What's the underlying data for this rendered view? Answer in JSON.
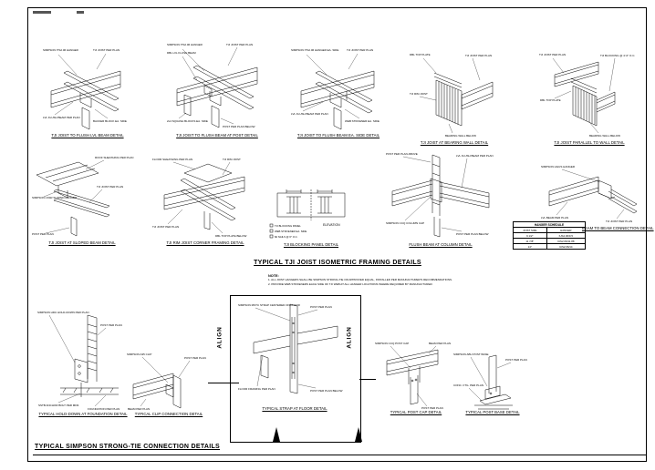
{
  "sheet": {
    "title_framing": "TYPICAL TJI JOIST ISOMETRIC FRAMING DETAILS",
    "title_connections": "TYPICAL SIMPSON STRONG-TIE CONNECTION DETAILS",
    "note_heading": "NOTE:",
    "note_lines": [
      "1. ALL JOIST HANGERS SHALL BE SIMPSON STRONG-TIE OR APPROVED EQUAL, INSTALLED PER MANUFACTURER'S RECOMMENDATIONS.",
      "2. PROVIDE WEB STIFFENERS EACH SIDE OF TJI WEB AT ALL HANGER LOCATIONS WHERE REQUIRED BY MANUFACTURER."
    ],
    "align_label": "ALIGN"
  },
  "schedule": {
    "title": "HANGER SCHEDULE",
    "headers": [
      "JOIST SIZE",
      "HANGER"
    ],
    "rows": [
      [
        "9 1/2\"",
        "IUS2.06/9.5"
      ],
      [
        "11 7/8\"",
        "IUS2.06/11.88"
      ],
      [
        "14\"",
        "IUS2.06/14"
      ]
    ]
  },
  "framing_details": [
    {
      "caption": "TJI JOIST TO FLUSH LVL BEAM DETAIL",
      "labels": [
        "SIMPSON ITS2.06 HANGER",
        "TJI JOIST PER PLAN",
        "LVL FLUSH BEAM PER PLAN",
        "BACKER BLOCK EA. SIDE"
      ]
    },
    {
      "caption": "TJI JOIST TO FLUSH BEAM AT POST DETAIL",
      "labels": [
        "SIMPSON ITS2.06 HANGER",
        "TJI JOIST PER PLAN",
        "DBL LVL FLUSH BEAM",
        "2x4 SQUASH BLOCKS EA. SIDE",
        "POST PER PLAN BELOW"
      ]
    },
    {
      "caption": "TJI JOIST TO FLUSH BEAM EA. SIDE DETAIL",
      "labels": [
        "SIMPSON ITS2.06 HANGER EA. SIDE",
        "TJI JOIST PER PLAN",
        "LVL FLUSH BEAM PER PLAN",
        "WEB STIFFENER EA. SIDE"
      ]
    },
    {
      "caption": "TJI JOIST AT BEARING WALL DETAIL",
      "labels": [
        "DBL TOP PLATE",
        "TJI JOIST PER PLAN",
        "TJI RIM JOIST",
        "BEARING WALL BELOW"
      ]
    },
    {
      "caption": "TJI JOIST PARALLEL TO WALL DETAIL",
      "labels": [
        "TJI JOIST PER PLAN",
        "TJI BLOCKING @ 4'-0\" O.C.",
        "DBL TOP PLATE",
        "BEARING WALL BELOW"
      ]
    },
    {
      "caption": "TJI JOIST AT SLOPED BEAM DETAIL",
      "labels": [
        "SIMPSON LSSR SLOPED HANGER",
        "ROOF SHEATHING PER PLAN",
        "TJI JOIST PER PLAN",
        "POST PER PLAN"
      ]
    },
    {
      "caption": "TJI RIM JOIST CORNER FRAMING DETAIL",
      "labels": [
        "FLOOR SHEATHING PER PLAN",
        "TJI RIM JOIST",
        "TJI JOIST PER PLAN",
        "DBL TOP PLATE BELOW"
      ]
    },
    {
      "caption": "TJI BLOCKING PANEL DETAIL",
      "sublabel": "ELEVATION",
      "legend": [
        "TJI BLOCKING PANEL",
        "WEB STIFFENER EA. SIDE",
        "8d NAILS @ 6\" O.C."
      ]
    },
    {
      "caption": "FLUSH BEAM AT COLUMN DETAIL",
      "labels": [
        "POST PER PLAN ABOVE",
        "LVL FLUSH BEAM PER PLAN",
        "SIMPSON CCQ COLUMN CAP",
        "POST PER PLAN BELOW"
      ]
    },
    {
      "caption": "BEAM TO BEAM CONNECTION DETAIL",
      "labels": [
        "SIMPSON HGUS HANGER",
        "LVL BEAM PER PLAN",
        "TJI JOIST PER PLAN"
      ]
    }
  ],
  "connection_details": [
    {
      "caption": "TYPICAL HOLD-DOWN AT FOUNDATION DETAIL",
      "labels": [
        "SIMPSON HDU HOLD-DOWN PER PLAN",
        "POST PER PLAN",
        "SSTB ANCHOR BOLT PER MFR.",
        "FOUNDATION PER PLAN"
      ]
    },
    {
      "caption": "TYPICAL CLIP CONNECTION DETAIL",
      "labels": [
        "SIMPSON A35 CLIP",
        "POST PER PLAN",
        "BEAM PER PLAN"
      ]
    },
    {
      "caption": "TYPICAL STRAP AT FLOOR DETAIL",
      "labels": [
        "SIMPSON MSTC STRAP CENTERED ON FLOOR",
        "POST PER PLAN",
        "FLOOR FRAMING PER PLAN",
        "POST PER PLAN BELOW"
      ]
    },
    {
      "caption": "TYPICAL POST CAP DETAIL",
      "labels": [
        "SIMPSON CCQ POST CAP",
        "BEAM PER PLAN",
        "POST PER PLAN"
      ]
    },
    {
      "caption": "TYPICAL POST BASE DETAIL",
      "labels": [
        "SIMPSON ABU POST BASE",
        "POST PER PLAN",
        "CONC. FTG. PER PLAN"
      ]
    }
  ]
}
